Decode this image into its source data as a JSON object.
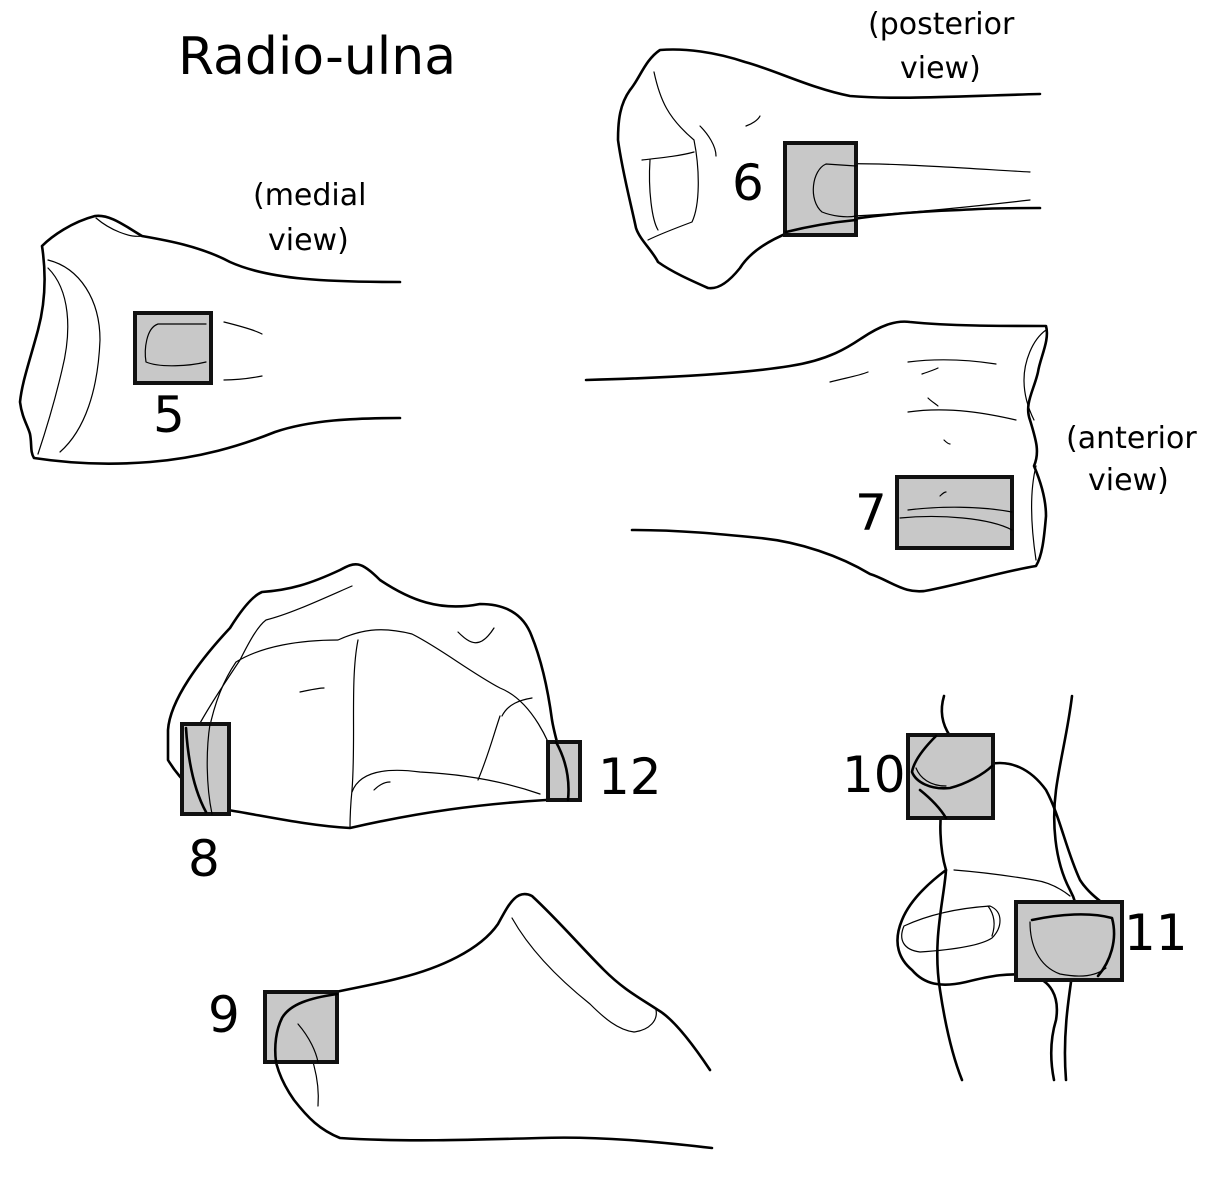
{
  "title": "Radio-ulna",
  "views": {
    "medial": [
      "(medial",
      "view)"
    ],
    "posterior": [
      "(posterior",
      "view)"
    ],
    "anterior": [
      "(anterior",
      "view)"
    ]
  },
  "markers": {
    "m5": "5",
    "m6": "6",
    "m7": "7",
    "m8": "8",
    "m9": "9",
    "m10": "10",
    "m11": "11",
    "m12": "12"
  },
  "colors": {
    "box_fill": "#c8c8c8",
    "stroke": "#000000",
    "background": "#ffffff"
  }
}
